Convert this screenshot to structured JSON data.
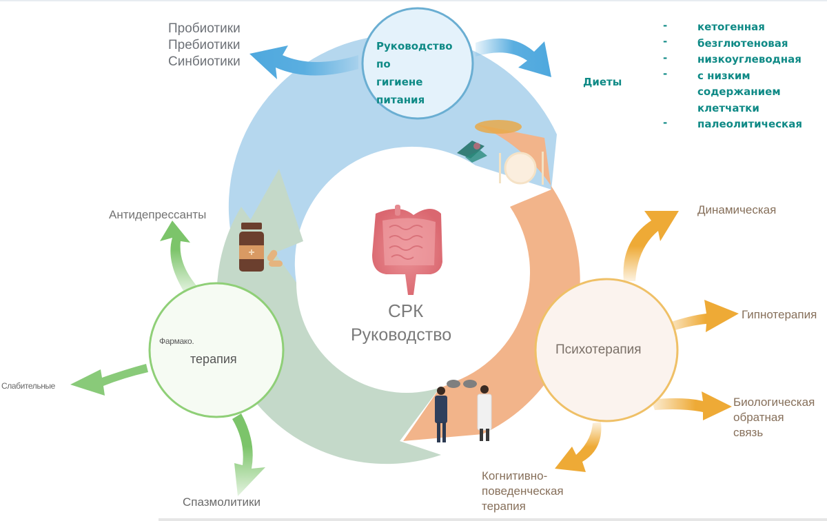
{
  "center": {
    "title": "СРК",
    "subtitle": "Руководство"
  },
  "nutrition_node": {
    "lines": [
      "Руководство",
      "по",
      "гигиене",
      "питания"
    ],
    "color": "#0f8a86",
    "supplements": [
      "Пробиотики",
      "Пребиотики",
      "Синбиотики"
    ],
    "diets": {
      "title": "Диеты",
      "bullet": "-",
      "items": [
        "кетогенная",
        "безглютеновая",
        "низкоуглеводная",
        "с низким содержанием клетчатки",
        "палеолитическая"
      ],
      "item_lines": [
        "кетогенная",
        "безглютеновая",
        "низкоуглеводная",
        "с низким",
        "содержанием",
        "клетчатки",
        "палеолитическая"
      ]
    }
  },
  "pharmacotherapy_node": {
    "line1": "Фармако.",
    "line2": "терапия",
    "branches": [
      "Антидепрессанты",
      "Слабительные",
      "Спазмолитики"
    ]
  },
  "psychotherapy_node": {
    "label": "Психотерапия",
    "branches": {
      "dynamic": "Динамическая",
      "hypno": "Гипнотерапия",
      "biofeedback": [
        "Биологическая",
        "обратная",
        "связь"
      ],
      "cbt": [
        "Когнитивно-",
        "поведенческая",
        "терапия"
      ]
    }
  },
  "colors": {
    "ring_blue": "#b5d7ee",
    "ring_green": "#c4d9c9",
    "ring_orange": "#f2b48a",
    "arrow_blue": "#5aaee0",
    "arrow_green": "#7cc46a",
    "arrow_orange": "#eeaa36",
    "node_blue_border": "#6aaed2",
    "node_green_border": "#8fcf77",
    "node_orange_border": "#efc067"
  }
}
